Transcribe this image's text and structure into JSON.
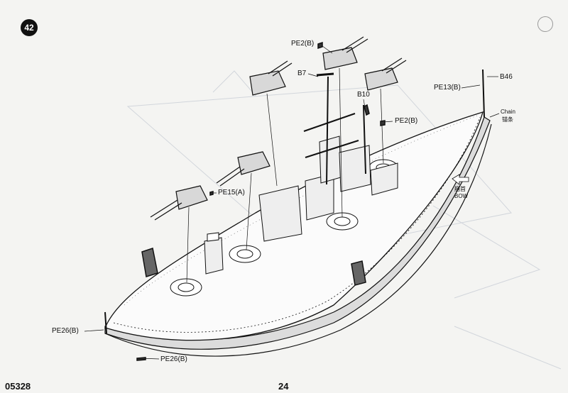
{
  "step": {
    "number": "42"
  },
  "labels": {
    "pe2_top": "PE2(B)",
    "b7": "B7",
    "b10": "B10",
    "pe2_right": "PE2(B)",
    "pe13": "PE13(B)",
    "b46": "B46",
    "chain": "Chain",
    "chain_cn": "锚条",
    "bow_cn": "艏首",
    "bow": "BOW",
    "pe15": "PE15(A)",
    "pe26_left": "PE26(B)",
    "pe26_bottom": "PE26(B)"
  },
  "footer": {
    "code": "05328",
    "page": "24"
  },
  "colors": {
    "paper": "#f4f4f2",
    "ink": "#111111",
    "ghost": "#c9ced6"
  }
}
